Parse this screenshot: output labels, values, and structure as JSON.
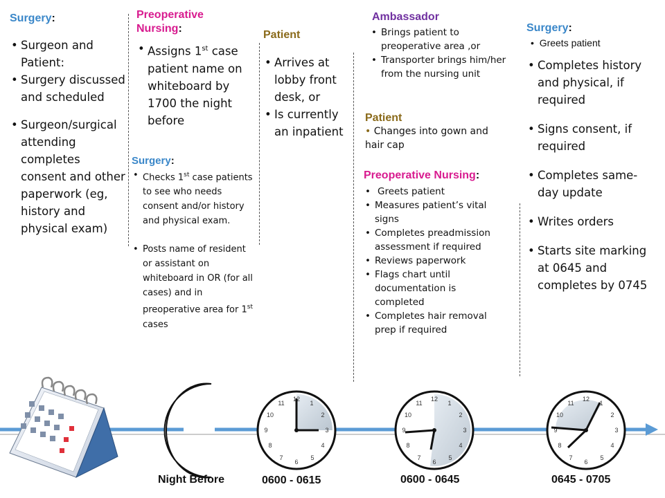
{
  "col1": {
    "heading": "Surgery",
    "items": [
      "Surgeon and Patient:",
      "Surgery discussed and scheduled",
      "Surgeon/surgical attending completes consent and other paperwork (eg, history and physical exam)"
    ]
  },
  "col2": {
    "heading": "Preoperative Nursing",
    "items": [
      "Assigns 1st case patient name on whiteboard by 1700 the night before"
    ],
    "sub_heading": "Surgery",
    "sub_items": [
      "Checks 1st case patients to see who needs consent and/or history and physical exam.",
      "Posts name of resident or assistant on whiteboard in OR (for all cases) and in preoperative area for 1st cases"
    ]
  },
  "col3": {
    "heading": "Patient",
    "items": [
      "Arrives at lobby front desk, or",
      "Is currently an inpatient"
    ]
  },
  "col4": {
    "ambassador_heading": "Ambassador",
    "ambassador_items": [
      "Brings patient to preoperative area ,or",
      "Transporter brings him/her from the nursing unit"
    ],
    "patient_heading": "Patient",
    "patient_items": [
      "Changes into gown and hair cap"
    ],
    "nursing_heading": "Preoperative Nursing",
    "nursing_items": [
      "Greets patient",
      "Measures patient’s vital signs",
      "Completes preadmission assessment if required",
      "Reviews paperwork",
      "Flags chart until documentation is completed",
      "Completes hair removal prep if required"
    ]
  },
  "col5": {
    "heading": "Surgery",
    "greets": "Greets patient",
    "items": [
      "Completes history and physical, if required",
      "Signs consent, if required",
      "Completes same-day update",
      "Writes orders",
      "Starts site marking at 0645 and completes by 0745"
    ]
  },
  "timeline": {
    "labels": [
      "Night Before",
      "0600 - 0615",
      "0600 - 0645",
      "0645 - 0705"
    ]
  },
  "colors": {
    "surgery": "#3a87c9",
    "nursing": "#d81b8f",
    "patient": "#8a6a1a",
    "ambassador": "#7030a0",
    "timeline": "#5b9bd5"
  }
}
